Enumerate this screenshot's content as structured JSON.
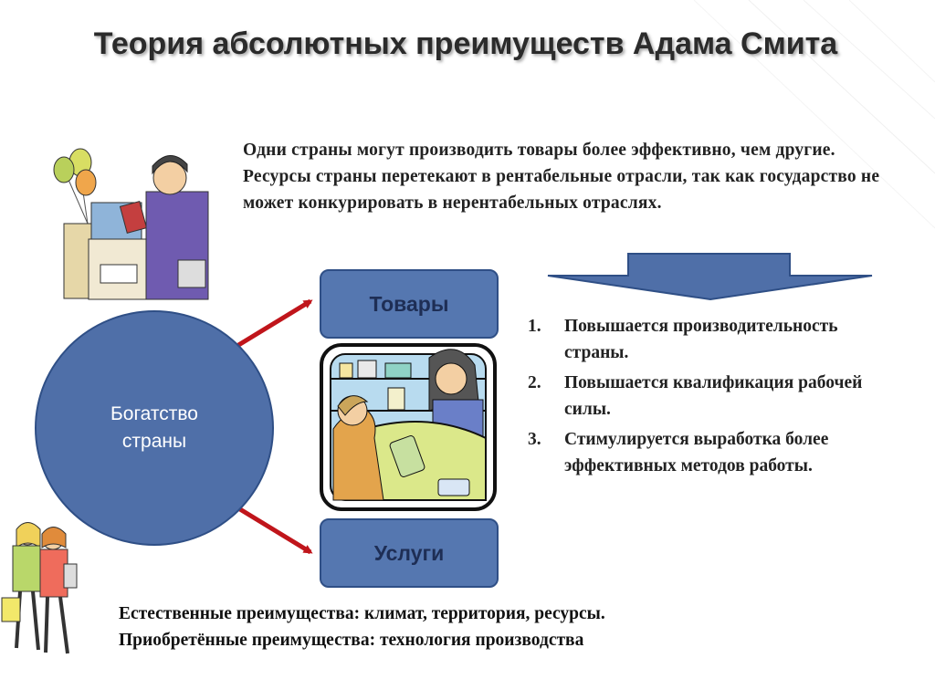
{
  "title": "Теория абсолютных преимуществ Адама Смита",
  "intro": "Одни страны могут производить товары более эффективно, чем другие. Ресурсы страны перетекают в рентабельные отрасли, так как государство не может конкурировать в нерентабельных отраслях.",
  "wealth": "Богатство страны",
  "goods": "Товары",
  "services": "Услуги",
  "effects": [
    {
      "num": "1.",
      "text": "Повышается производительность страны."
    },
    {
      "num": "2.",
      "text": "Повышается квалификация рабочей силы."
    },
    {
      "num": "3.",
      "text": "Стимулируется выработка более эффективных методов работы."
    }
  ],
  "footer": {
    "line1": "Естественные преимущества: климат, территория, ресурсы.",
    "line2": "Приобретённые преимущества: технология производства"
  },
  "colors": {
    "shape_fill": "#4f6fa8",
    "shape_border": "#2f4f86",
    "arrow_red": "#c0151b",
    "down_arrow": "#4f6fa8"
  },
  "icons": [
    "shopkeeper-clipart-icon",
    "shop-counter-clipart-icon",
    "shoppers-clipart-icon",
    "down-arrow-icon"
  ]
}
